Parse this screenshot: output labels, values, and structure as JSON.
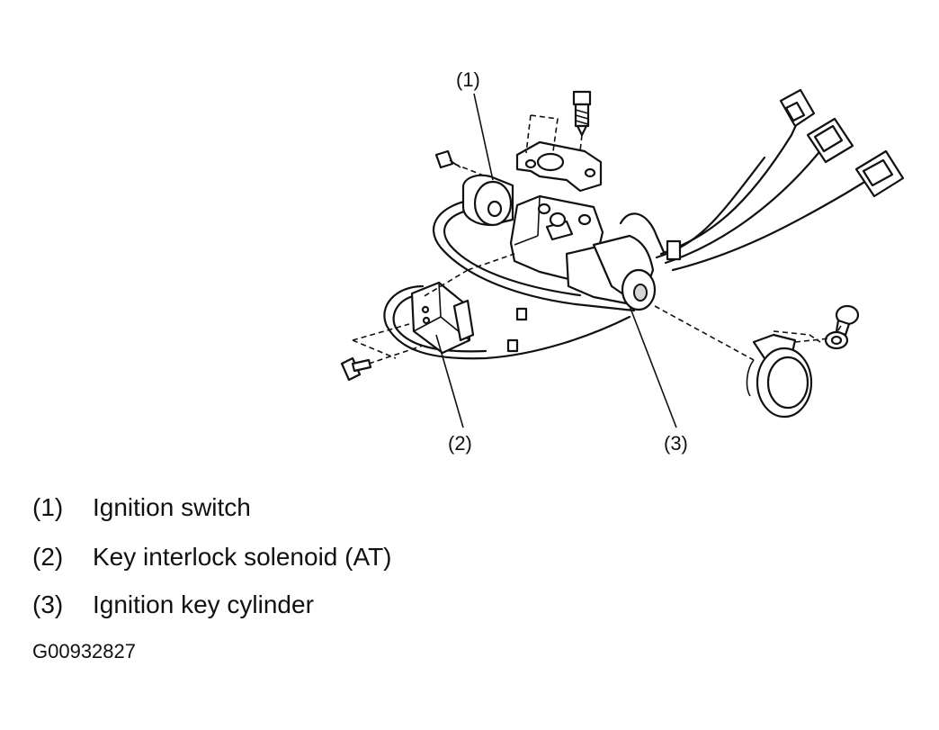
{
  "callouts": {
    "c1": "(1)",
    "c2": "(2)",
    "c3": "(3)"
  },
  "legend": [
    {
      "num": "(1)",
      "label": "Ignition switch"
    },
    {
      "num": "(2)",
      "label": "Key interlock solenoid (AT)"
    },
    {
      "num": "(3)",
      "label": "Ignition key cylinder"
    }
  ],
  "figure_id": "G00932827"
}
